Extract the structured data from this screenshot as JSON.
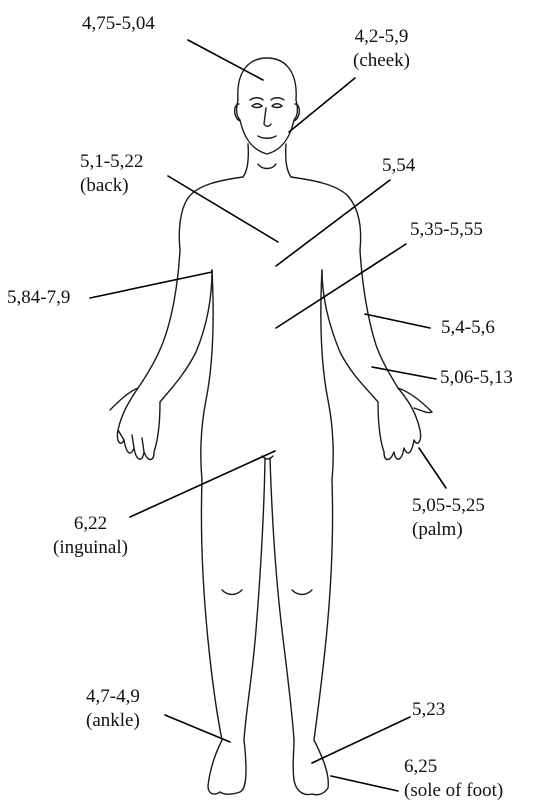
{
  "labels": {
    "scalp": {
      "value": "4,75-5,04",
      "site": ""
    },
    "cheek": {
      "value": "4,2-5,9",
      "site": "(cheek)"
    },
    "back": {
      "value": "5,1-5,22",
      "site": "(back)"
    },
    "chest": {
      "value": "5,54",
      "site": ""
    },
    "abdomen": {
      "value": "5,35-5,55",
      "site": ""
    },
    "armpit": {
      "value": "5,84-7,9",
      "site": ""
    },
    "forearm": {
      "value": "5,4-5,6",
      "site": ""
    },
    "wrist": {
      "value": "5,06-5,13",
      "site": ""
    },
    "palm": {
      "value": "5,05-5,25",
      "site": "(palm)"
    },
    "inguinal": {
      "value": "6,22",
      "site": "(inguinal)"
    },
    "ankle": {
      "value": "4,7-4,9",
      "site": "(ankle)"
    },
    "foot": {
      "value": "5,23",
      "site": ""
    },
    "sole": {
      "value": "6,25",
      "site": "(sole of foot)"
    }
  },
  "colors": {
    "outline": "#1a1a1a",
    "leader": "#000000",
    "text": "#111111"
  }
}
